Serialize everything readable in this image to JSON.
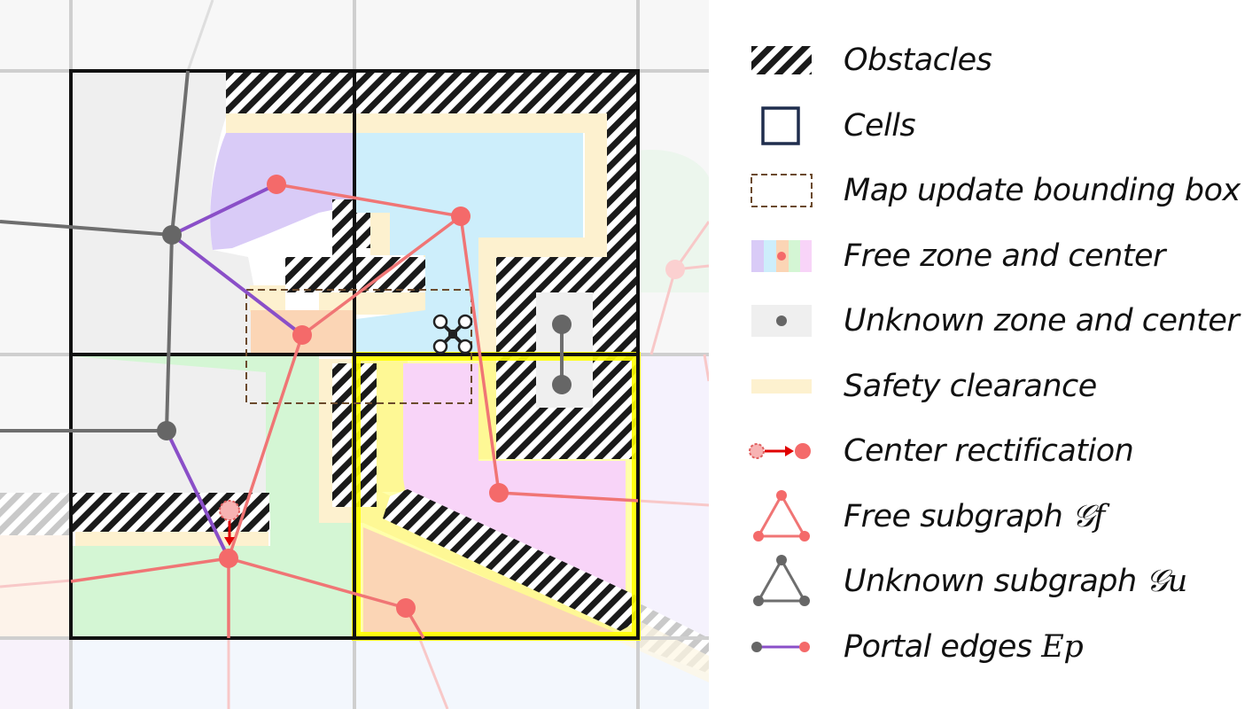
{
  "legend": {
    "items": [
      {
        "key": "obstacles",
        "label": "Obstacles",
        "symbol": ""
      },
      {
        "key": "cells",
        "label": "Cells",
        "symbol": ""
      },
      {
        "key": "bbox",
        "label": "Map update bounding box",
        "symbol": ""
      },
      {
        "key": "free_zone",
        "label": "Free zone and center",
        "symbol": ""
      },
      {
        "key": "unknown_zone",
        "label": "Unknown zone and center",
        "symbol": ""
      },
      {
        "key": "safety",
        "label": "Safety clearance",
        "symbol": ""
      },
      {
        "key": "rectification",
        "label": "Center rectification",
        "symbol": ""
      },
      {
        "key": "free_subgraph",
        "label": "Free subgraph ",
        "symbol": "𝒢f"
      },
      {
        "key": "unknown_subgraph",
        "label": "Unknown subgraph ",
        "symbol": "𝒢u"
      },
      {
        "key": "portal_edges",
        "label": "Portal edges ",
        "symbol": "Ep"
      }
    ]
  },
  "colors": {
    "free_edge": "#f07575",
    "free_node": "#f46a6a",
    "unknown_edge": "#6e6e6e",
    "unknown_node": "#666666",
    "portal_edge": "#8a4fc8",
    "safety": "#fdf1cf",
    "unknown_zone": "#efefef",
    "purple_zone": "#d9cbf7",
    "blue_zone": "#cdeefb",
    "orange_zone": "#fbd5b5",
    "green_zone": "#d4f6d4",
    "pink_zone": "#f8d4f8",
    "highlight": "#ffff00",
    "cell_border": "#111111",
    "bbox_border": "#6b4a2c"
  }
}
